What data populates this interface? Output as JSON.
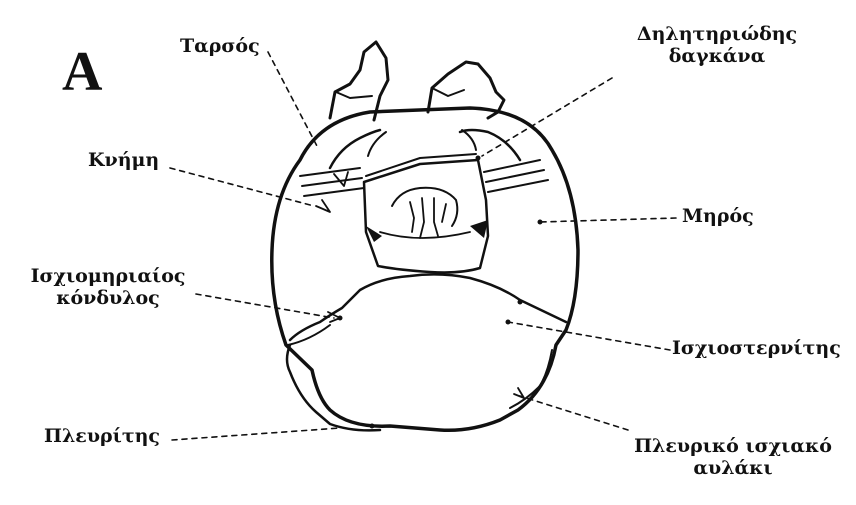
{
  "panel_label": "A",
  "labels": {
    "tarsos": "Ταρσός",
    "venom_claw_line1": "Δηλητηριώδης",
    "venom_claw_line2": "δαγκάνα",
    "tibia": "Κνήμη",
    "femur": "Μηρός",
    "coxo_femoral_condyle_line1": "Ισχιομηριαίος",
    "coxo_femoral_condyle_line2": "κόνδυλος",
    "coxosternite": "Ισχιοστερνίτης",
    "pleurite": "Πλευρίτης",
    "pleural_coxal_groove_line1": "Πλευρικό ισχιακό",
    "pleural_coxal_groove_line2": "αυλάκι"
  },
  "colors": {
    "ink": "#111111",
    "background": "#ffffff"
  }
}
